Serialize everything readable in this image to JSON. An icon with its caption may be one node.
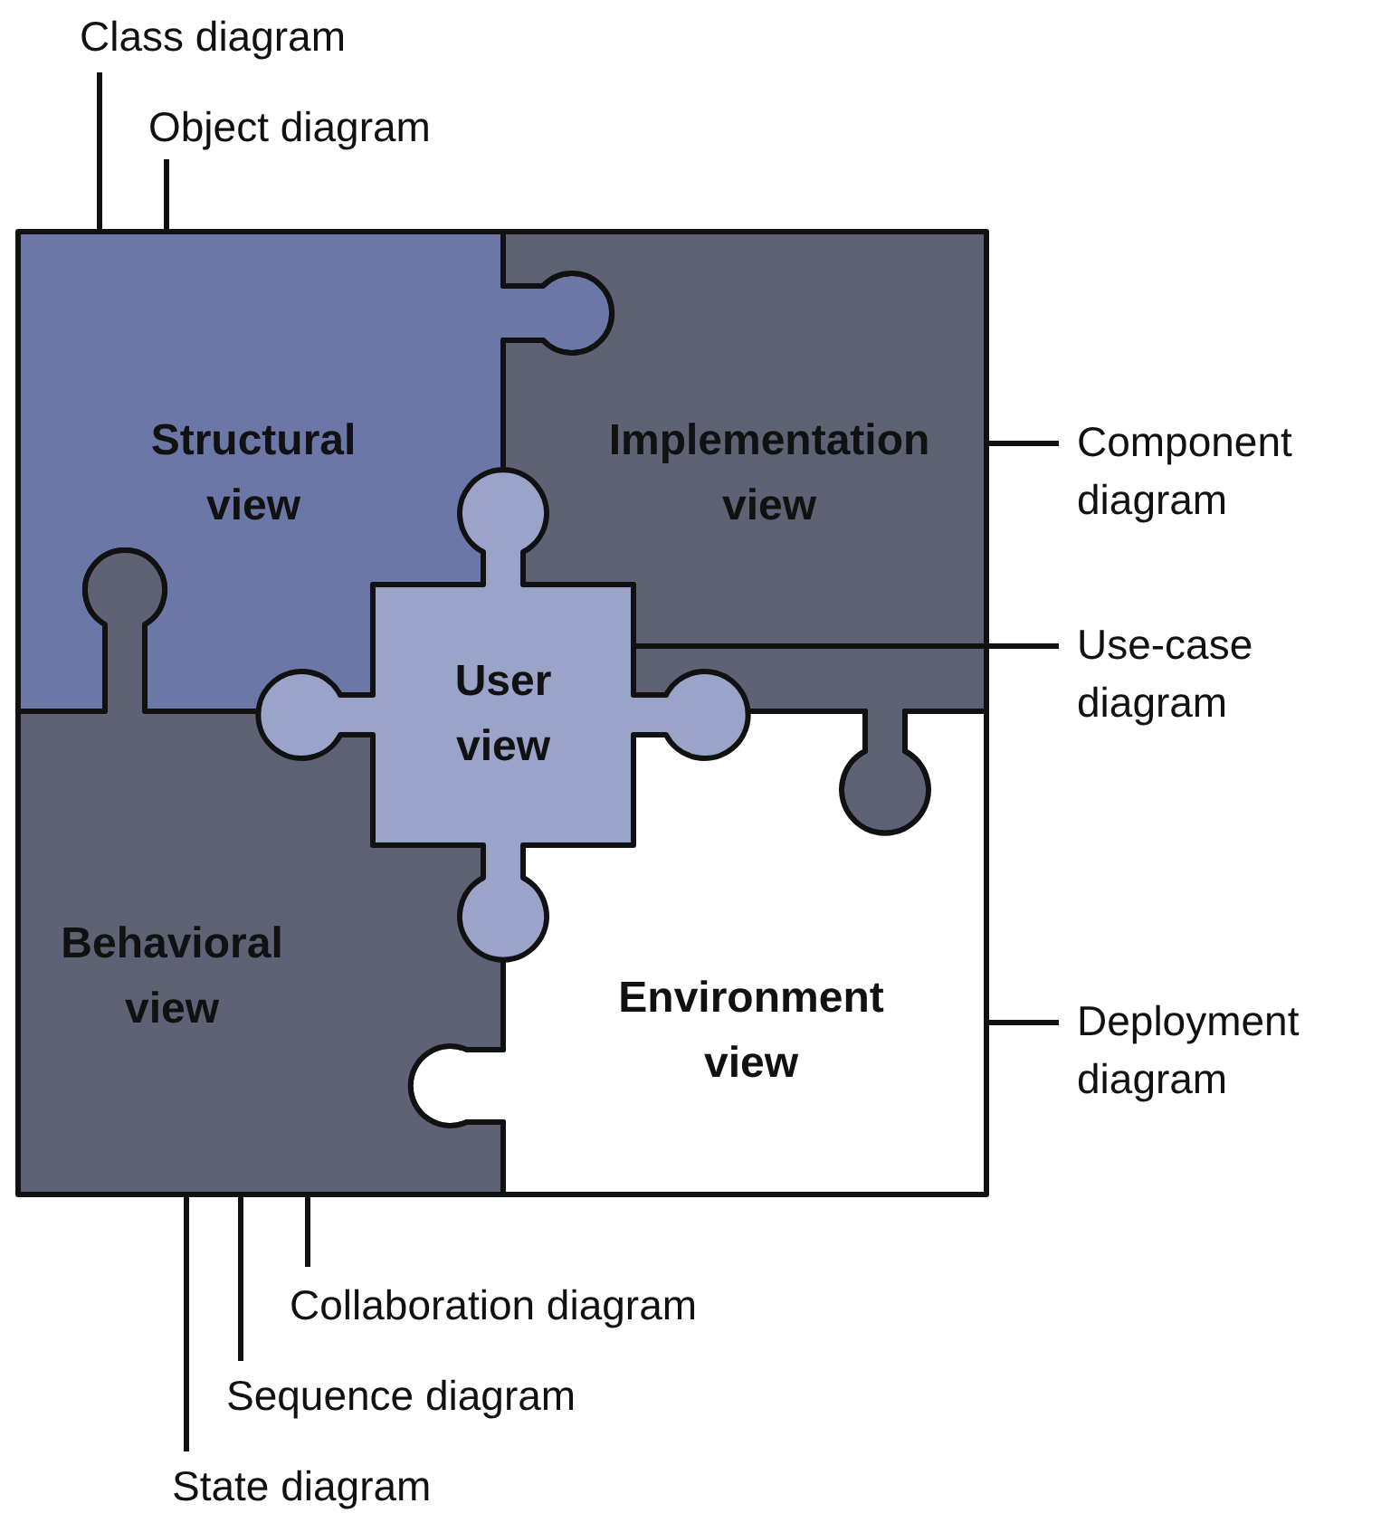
{
  "diagram": {
    "nodes": [
      {
        "text": [
          "Class diagram"
        ]
      },
      {
        "text": [
          "Object diagram"
        ]
      },
      {
        "text": [
          "Structural view"
        ]
      },
      {
        "text": [
          "Implementation view"
        ]
      },
      {
        "text": [
          "Component diagram"
        ]
      },
      {
        "text": [
          "Use-case diagram"
        ]
      },
      {
        "text": [
          "User view"
        ]
      },
      {
        "text": [
          "Behavioral view"
        ]
      },
      {
        "text": [
          "Environment view"
        ]
      },
      {
        "text": [
          "Deployment diagram"
        ]
      },
      {
        "text": [
          "Collaboration diagram"
        ]
      },
      {
        "text": [
          "Sequence diagram"
        ]
      },
      {
        "text": [
          "State diagram"
        ]
      }
    ],
    "edges": [
      {
        "from": 0,
        "to": 2,
        "arrow": "none"
      },
      {
        "from": 1,
        "to": 2,
        "arrow": "none"
      },
      {
        "from": 4,
        "to": 3,
        "arrow": "none"
      },
      {
        "from": 5,
        "to": 6,
        "arrow": "none"
      },
      {
        "from": 9,
        "to": 8,
        "arrow": "none"
      },
      {
        "from": 10,
        "to": 7,
        "arrow": "none"
      },
      {
        "from": 11,
        "to": 7,
        "arrow": "none"
      },
      {
        "from": 12,
        "to": 7,
        "arrow": "none"
      }
    ]
  }
}
